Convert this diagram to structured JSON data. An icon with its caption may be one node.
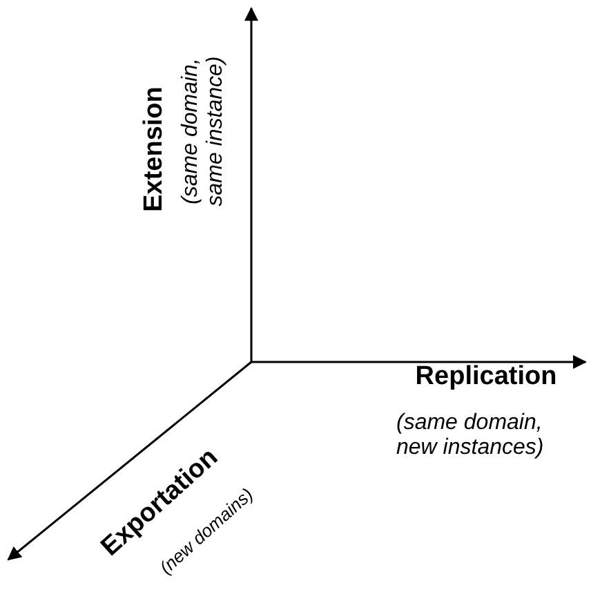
{
  "diagram": {
    "labels": [
      "Extension",
      "(same domain, same instance)",
      "Replication",
      "(same domain, new instances)",
      "Exportation",
      "(new domains)"
    ]
  }
}
